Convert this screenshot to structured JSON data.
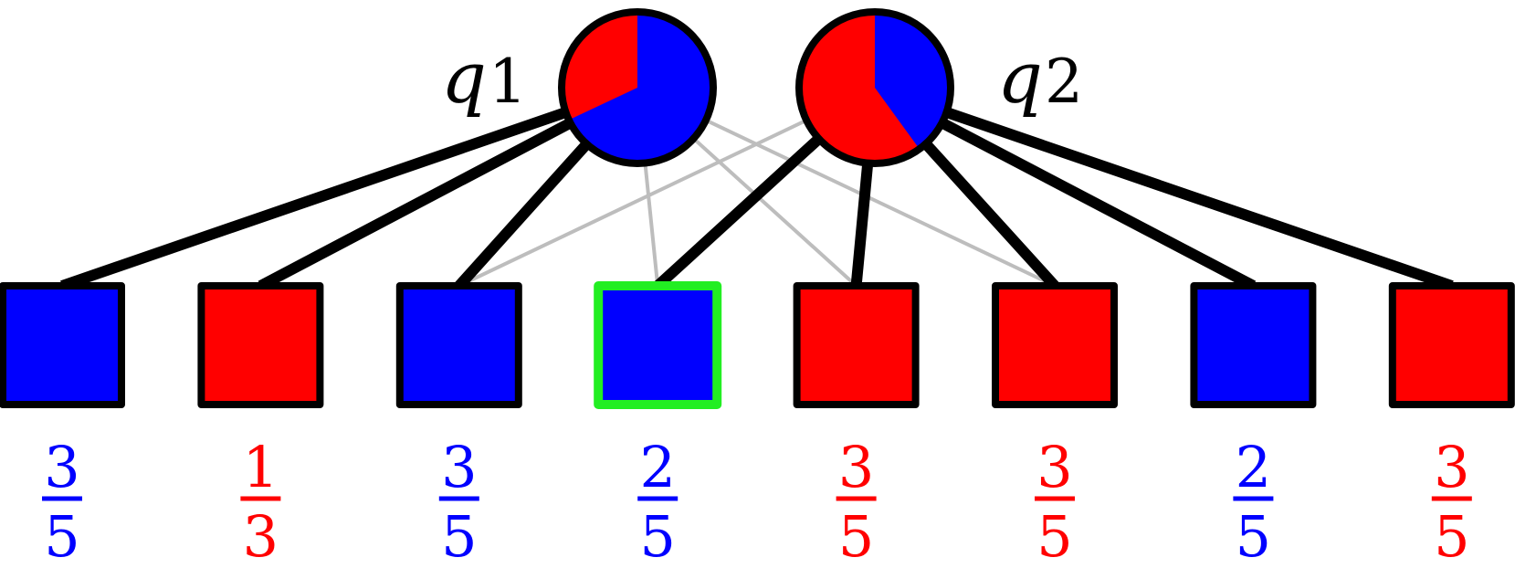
{
  "colors": {
    "red": "#ff0000",
    "blue": "#0000ff",
    "highlight": "#22ee22",
    "edge_strong": "#000000",
    "edge_weak": "#bdbdbd"
  },
  "queries": [
    {
      "label": "q",
      "subscript": "1",
      "red_fraction": 0.32,
      "blue_fraction": 0.68
    },
    {
      "label": "q",
      "subscript": "2",
      "red_fraction": 0.6,
      "blue_fraction": 0.4
    }
  ],
  "items": [
    {
      "color": "blue",
      "numerator": "3",
      "denominator": "5",
      "highlighted": false
    },
    {
      "color": "red",
      "numerator": "1",
      "denominator": "3",
      "highlighted": false
    },
    {
      "color": "blue",
      "numerator": "3",
      "denominator": "5",
      "highlighted": false
    },
    {
      "color": "blue",
      "numerator": "2",
      "denominator": "5",
      "highlighted": true
    },
    {
      "color": "red",
      "numerator": "3",
      "denominator": "5",
      "highlighted": false
    },
    {
      "color": "red",
      "numerator": "3",
      "denominator": "5",
      "highlighted": false
    },
    {
      "color": "blue",
      "numerator": "2",
      "denominator": "5",
      "highlighted": false
    },
    {
      "color": "red",
      "numerator": "3",
      "denominator": "5",
      "highlighted": false
    }
  ],
  "edges": [
    {
      "query": 0,
      "item": 0,
      "strength": "strong"
    },
    {
      "query": 0,
      "item": 1,
      "strength": "strong"
    },
    {
      "query": 0,
      "item": 2,
      "strength": "strong"
    },
    {
      "query": 0,
      "item": 3,
      "strength": "weak"
    },
    {
      "query": 0,
      "item": 4,
      "strength": "weak"
    },
    {
      "query": 0,
      "item": 5,
      "strength": "weak"
    },
    {
      "query": 1,
      "item": 2,
      "strength": "weak"
    },
    {
      "query": 1,
      "item": 3,
      "strength": "strong"
    },
    {
      "query": 1,
      "item": 4,
      "strength": "strong"
    },
    {
      "query": 1,
      "item": 5,
      "strength": "strong"
    },
    {
      "query": 1,
      "item": 6,
      "strength": "strong"
    },
    {
      "query": 1,
      "item": 7,
      "strength": "strong"
    }
  ]
}
